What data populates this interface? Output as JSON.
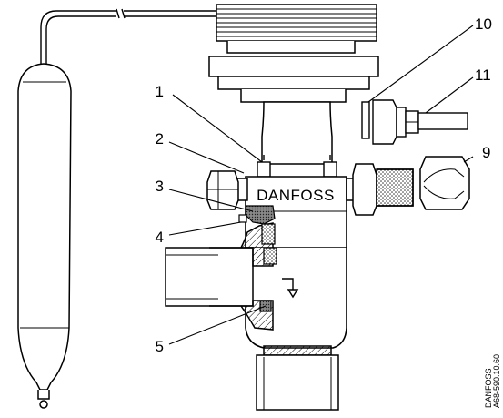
{
  "diagram": {
    "brand_text": "DANFOSS",
    "reference_code": [
      "DANFOSS",
      "A68-590.10.60"
    ],
    "callouts": [
      {
        "id": "1",
        "label": "1"
      },
      {
        "id": "2",
        "label": "2"
      },
      {
        "id": "3",
        "label": "3"
      },
      {
        "id": "4",
        "label": "4"
      },
      {
        "id": "5",
        "label": "5"
      },
      {
        "id": "9",
        "label": "9"
      },
      {
        "id": "10",
        "label": "10"
      },
      {
        "id": "11",
        "label": "11"
      }
    ],
    "colors": {
      "line": "#000000",
      "background": "#ffffff",
      "stipple": "#555555"
    }
  }
}
